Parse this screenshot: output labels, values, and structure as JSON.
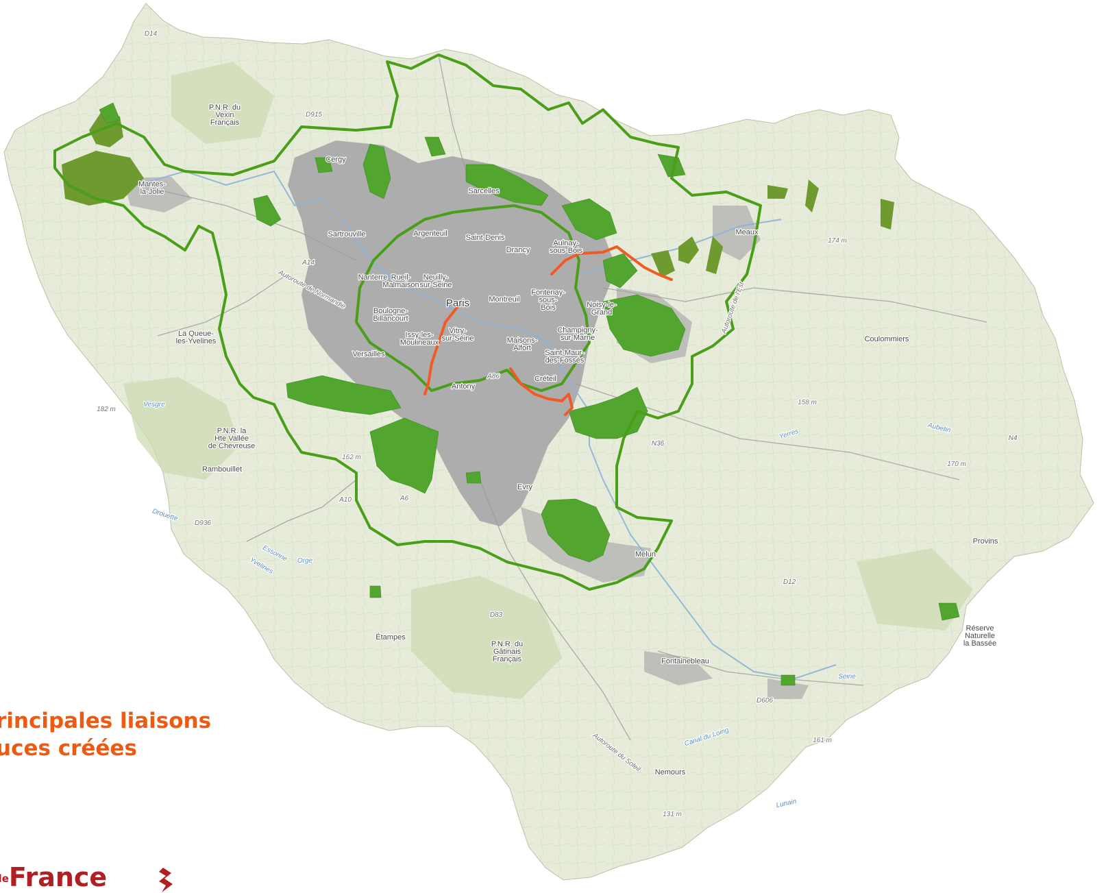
{
  "caption": {
    "line1": "rincipales liaisons",
    "line2": "uces créées"
  },
  "logo": {
    "prefix": "de",
    "word": "France"
  },
  "colors": {
    "boundary": "#4a9e1a",
    "forest": "#52a52e",
    "forest_olive": "#6e9a2f",
    "new_link": "#f05a24",
    "urban": "#a9a9a9",
    "land": "#e4ebd8",
    "caption": "#ee5a12",
    "logo": "#b01f24"
  },
  "places": [
    {
      "id": "pnr-vexin",
      "lines": [
        "P.N.R. du",
        "Vexin",
        "Français"
      ],
      "kind": "place"
    },
    {
      "id": "cergy",
      "lines": [
        "Cergy"
      ],
      "kind": "place"
    },
    {
      "id": "mantes",
      "lines": [
        "Mantes-",
        "la-Jolie"
      ],
      "kind": "place"
    },
    {
      "id": "sarcelles",
      "lines": [
        "Sarcelles"
      ],
      "kind": "place"
    },
    {
      "id": "sartrouville",
      "lines": [
        "Sartrouville"
      ],
      "kind": "place"
    },
    {
      "id": "argenteuil",
      "lines": [
        "Argenteuil"
      ],
      "kind": "place"
    },
    {
      "id": "saint-denis",
      "lines": [
        "Saint-Denis"
      ],
      "kind": "place"
    },
    {
      "id": "drancy",
      "lines": [
        "Drancy"
      ],
      "kind": "place"
    },
    {
      "id": "aulnay",
      "lines": [
        "Aulnay-",
        "sous-Bois"
      ],
      "kind": "place"
    },
    {
      "id": "nanterre",
      "lines": [
        "Nanterre"
      ],
      "kind": "place"
    },
    {
      "id": "rueil",
      "lines": [
        "Rueil-",
        "Malmaison"
      ],
      "kind": "place"
    },
    {
      "id": "neuilly",
      "lines": [
        "Neuilly-",
        "sur-Seine"
      ],
      "kind": "place"
    },
    {
      "id": "paris",
      "lines": [
        "Paris"
      ],
      "kind": "big"
    },
    {
      "id": "montreuil",
      "lines": [
        "Montreuil"
      ],
      "kind": "place"
    },
    {
      "id": "fontenay",
      "lines": [
        "Fontenay-",
        "sous-",
        "Bois"
      ],
      "kind": "place"
    },
    {
      "id": "noisy",
      "lines": [
        "Noisy-le-",
        "Grand"
      ],
      "kind": "place"
    },
    {
      "id": "boulogne",
      "lines": [
        "Boulogne-",
        "Billancourt"
      ],
      "kind": "place"
    },
    {
      "id": "champigny",
      "lines": [
        "Champigny-",
        "sur-Marne"
      ],
      "kind": "place"
    },
    {
      "id": "issy",
      "lines": [
        "Issy-les-",
        "Moulineaux"
      ],
      "kind": "place"
    },
    {
      "id": "vitry",
      "lines": [
        "Vitry-",
        "sur-Seine"
      ],
      "kind": "place"
    },
    {
      "id": "maisons",
      "lines": [
        "Maisons-",
        "Alfort"
      ],
      "kind": "place"
    },
    {
      "id": "saint-maur",
      "lines": [
        "Saint-Maur-",
        "des-Fossés"
      ],
      "kind": "place"
    },
    {
      "id": "versailles",
      "lines": [
        "Versailles"
      ],
      "kind": "place"
    },
    {
      "id": "la-queue",
      "lines": [
        "La Queue-",
        "les-Yvelines"
      ],
      "kind": "place"
    },
    {
      "id": "creteil",
      "lines": [
        "Créteil"
      ],
      "kind": "place"
    },
    {
      "id": "antony",
      "lines": [
        "Antony"
      ],
      "kind": "place"
    },
    {
      "id": "pnr-chevreuse",
      "lines": [
        "P.N.R. la",
        "Hte Vallée",
        "de Chevreuse"
      ],
      "kind": "place"
    },
    {
      "id": "rambouillet",
      "lines": [
        "Rambouillet"
      ],
      "kind": "place"
    },
    {
      "id": "evry",
      "lines": [
        "Evry"
      ],
      "kind": "place"
    },
    {
      "id": "melun",
      "lines": [
        "Melun"
      ],
      "kind": "place"
    },
    {
      "id": "meaux",
      "lines": [
        "Meaux"
      ],
      "kind": "place"
    },
    {
      "id": "coulommiers",
      "lines": [
        "Coulommiers"
      ],
      "kind": "place"
    },
    {
      "id": "provins",
      "lines": [
        "Provins"
      ],
      "kind": "place"
    },
    {
      "id": "etampes",
      "lines": [
        "Étampes"
      ],
      "kind": "place"
    },
    {
      "id": "pnr-gatinais",
      "lines": [
        "P.N.R. du",
        "Gâtinais",
        "Français"
      ],
      "kind": "place"
    },
    {
      "id": "fontainebleau",
      "lines": [
        "Fontainebleau"
      ],
      "kind": "place"
    },
    {
      "id": "nemours",
      "lines": [
        "Nemours"
      ],
      "kind": "place"
    },
    {
      "id": "rn-bassee",
      "lines": [
        "Réserve",
        "Naturelle",
        "la Bassée"
      ],
      "kind": "place"
    },
    {
      "id": "vesgre",
      "lines": [
        "Vesgre"
      ],
      "kind": "water"
    },
    {
      "id": "drouette",
      "lines": [
        "Drouette"
      ],
      "kind": "water"
    },
    {
      "id": "essonne",
      "lines": [
        "Essonne"
      ],
      "kind": "water"
    },
    {
      "id": "orge",
      "lines": [
        "Orge"
      ],
      "kind": "water"
    },
    {
      "id": "yvelines",
      "lines": [
        "Yvelines"
      ],
      "kind": "water"
    },
    {
      "id": "yerres",
      "lines": [
        "Yerres"
      ],
      "kind": "water"
    },
    {
      "id": "aubetin",
      "lines": [
        "Aubetin"
      ],
      "kind": "water"
    },
    {
      "id": "seine",
      "lines": [
        "Seine"
      ],
      "kind": "water"
    },
    {
      "id": "lunain",
      "lines": [
        "Lunain"
      ],
      "kind": "water"
    },
    {
      "id": "loing",
      "lines": [
        "Canal du Loing"
      ],
      "kind": "water"
    },
    {
      "id": "a14",
      "lines": [
        "A14"
      ],
      "kind": "road"
    },
    {
      "id": "a86",
      "lines": [
        "A86"
      ],
      "kind": "road"
    },
    {
      "id": "a10",
      "lines": [
        "A10"
      ],
      "kind": "road"
    },
    {
      "id": "a6",
      "lines": [
        "A6"
      ],
      "kind": "road"
    },
    {
      "id": "n4",
      "lines": [
        "N4"
      ],
      "kind": "road"
    },
    {
      "id": "n36",
      "lines": [
        "N36"
      ],
      "kind": "road"
    },
    {
      "id": "d12",
      "lines": [
        "D12"
      ],
      "kind": "road"
    },
    {
      "id": "d83",
      "lines": [
        "D83"
      ],
      "kind": "road"
    },
    {
      "id": "d606",
      "lines": [
        "D606"
      ],
      "kind": "road"
    },
    {
      "id": "d14",
      "lines": [
        "D14"
      ],
      "kind": "road"
    },
    {
      "id": "d915",
      "lines": [
        "D915"
      ],
      "kind": "road"
    },
    {
      "id": "d936",
      "lines": [
        "D936"
      ],
      "kind": "road"
    },
    {
      "id": "a-normandie",
      "lines": [
        "Autoroute de Normandie"
      ],
      "kind": "road"
    },
    {
      "id": "a-soleil",
      "lines": [
        "Autoroute du Soleil"
      ],
      "kind": "road"
    },
    {
      "id": "a-est",
      "lines": [
        "Autoroute de l'Est"
      ],
      "kind": "road"
    },
    {
      "id": "e-182",
      "lines": [
        "182 m"
      ],
      "kind": "elev"
    },
    {
      "id": "e-158",
      "lines": [
        "158 m"
      ],
      "kind": "elev"
    },
    {
      "id": "e-170",
      "lines": [
        "170 m"
      ],
      "kind": "elev"
    },
    {
      "id": "e-174",
      "lines": [
        "174 m"
      ],
      "kind": "elev"
    },
    {
      "id": "e-161",
      "lines": [
        "161 m"
      ],
      "kind": "elev"
    },
    {
      "id": "e-131",
      "lines": [
        "131 m"
      ],
      "kind": "elev"
    },
    {
      "id": "e-162",
      "lines": [
        "162 m"
      ],
      "kind": "elev"
    }
  ]
}
